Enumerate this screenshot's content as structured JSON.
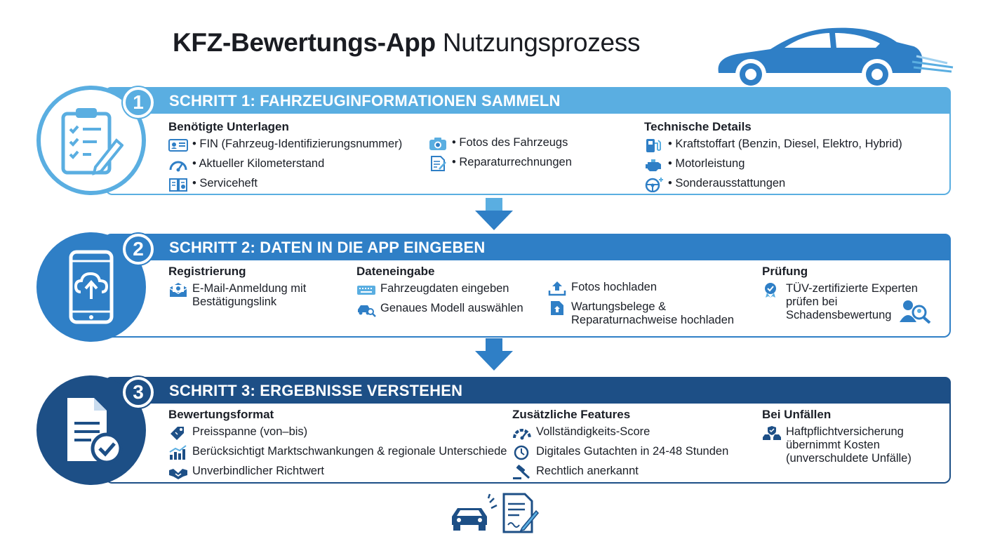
{
  "title": {
    "bold": "KFZ-Bewertungs-App",
    "regular": " Nutzungsprozess"
  },
  "colors": {
    "step1": "#5aaee1",
    "step2": "#2f7fc6",
    "step3": "#1d4f86"
  },
  "steps": [
    {
      "number": "1",
      "heading": "SCHRITT 1: FAHRZEUGINFORMATIONEN SAMMELN",
      "icon": "clipboard-checklist-icon",
      "columns": [
        {
          "title": "Benötigte Unterlagen",
          "items": [
            {
              "icon": "id-card-icon",
              "text": "• FIN (Fahrzeug-Identifizierungsnummer)"
            },
            {
              "icon": "speedometer-icon",
              "text": "• Aktueller Kilometerstand"
            },
            {
              "icon": "service-book-icon",
              "text": "• Serviceheft"
            }
          ]
        },
        {
          "title": "",
          "items": [
            {
              "icon": "camera-icon",
              "text": "• Fotos des Fahrzeugs"
            },
            {
              "icon": "invoice-icon",
              "text": "• Reparaturrechnungen"
            }
          ]
        },
        {
          "title": "Technische Details",
          "items": [
            {
              "icon": "fuel-pump-icon",
              "text": "• Kraftstoffart (Benzin, Diesel, Elektro, Hybrid)"
            },
            {
              "icon": "engine-icon",
              "text": "• Motorleistung"
            },
            {
              "icon": "steering-wheel-icon",
              "text": "• Sonderausstattungen"
            }
          ]
        }
      ]
    },
    {
      "number": "2",
      "heading": "SCHRITT 2: DATEN IN DIE APP EINGEBEN",
      "icon": "smartphone-upload-icon",
      "columns": [
        {
          "title": "Registrierung",
          "items": [
            {
              "icon": "email-icon",
              "text": "E-Mail-Anmeldung mit\nBestätigungslink"
            }
          ]
        },
        {
          "title": "Dateneingabe",
          "items": [
            {
              "icon": "keyboard-icon",
              "text": "Fahrzeugdaten eingeben"
            },
            {
              "icon": "car-search-icon",
              "text": "Genaues Modell auswählen"
            }
          ]
        },
        {
          "title": "",
          "items": [
            {
              "icon": "upload-icon",
              "text": "Fotos hochladen"
            },
            {
              "icon": "document-upload-icon",
              "text": "Wartungsbelege &\nReparaturnachweise hochladen"
            }
          ]
        },
        {
          "title": "Prüfung",
          "items": [
            {
              "icon": "certified-badge-icon",
              "text": "TÜV-zertifizierte Experten\nprüfen bei\nSchadensbewertung"
            }
          ]
        }
      ]
    },
    {
      "number": "3",
      "heading": "SCHRITT 3: ERGEBNISSE VERSTEHEN",
      "icon": "document-check-icon",
      "columns": [
        {
          "title": "Bewertungsformat",
          "items": [
            {
              "icon": "price-tag-icon",
              "text": "Preisspanne (von–bis)"
            },
            {
              "icon": "bar-chart-icon",
              "text": "Berücksichtigt Marktschwankungen & regionale Unterschiede"
            },
            {
              "icon": "handshake-icon",
              "text": "Unverbindlicher Richtwert"
            }
          ]
        },
        {
          "title": "Zusätzliche Features",
          "items": [
            {
              "icon": "gauge-icon",
              "text": "Vollständigkeits-Score"
            },
            {
              "icon": "clock-icon",
              "text": "Digitales Gutachten in 24-48 Stunden"
            },
            {
              "icon": "gavel-icon",
              "text": "Rechtlich anerkannt"
            }
          ]
        },
        {
          "title": "Bei Unfällen",
          "items": [
            {
              "icon": "insurance-shield-icon",
              "text": "Haftpflichtversicherung\nübernimmt Kosten\n(unverschuldete Unfälle)"
            }
          ]
        }
      ]
    }
  ]
}
